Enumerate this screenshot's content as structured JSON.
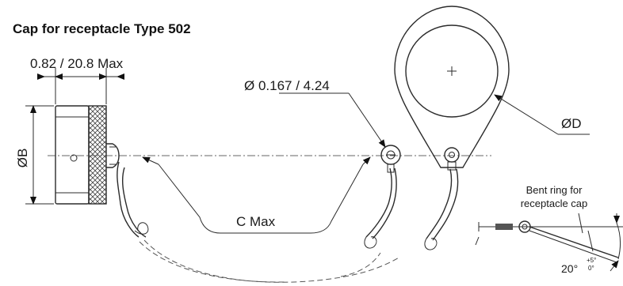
{
  "title": "Cap for receptacle Type 502",
  "dimensions": {
    "width": "0.82 / 20.8 Max",
    "hole": "Ø 0.167 / 4.24",
    "ring_diameter": "ØD",
    "body_diameter": "ØB",
    "c_max": "C Max"
  },
  "bent_ring": {
    "line1": "Bent ring for",
    "line2": "receptacle cap",
    "angle": "20°",
    "tol_plus": "+5°",
    "tol_minus": "0°"
  }
}
